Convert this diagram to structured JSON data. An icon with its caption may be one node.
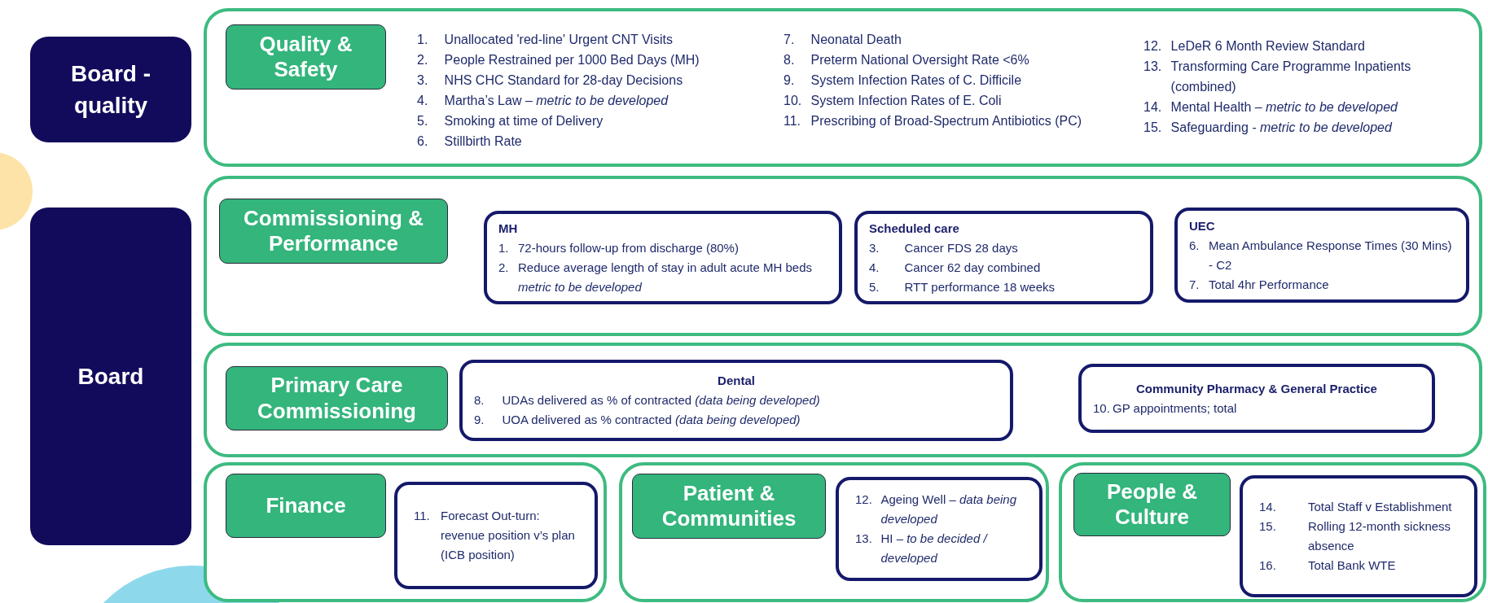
{
  "diagram": {
    "nodes": [
      {
        "text": [
          "Board - quality"
        ]
      },
      {
        "text": [
          "Board"
        ]
      },
      {
        "text": [
          "1. Unallocated 'red-line' Urgent CNT Visits",
          "2. People Restrained per 1000 Bed Days (MH)",
          "3. NHS CHC Standard for 28-day Decisions",
          "4. Martha’s Law – *metric to be developed*",
          "5. Smoking at time of Delivery",
          "6. Stillbirth Rate",
          "7. Neonatal Death",
          "8. Preterm National Oversight Rate <6%",
          "9. System Infection Rates of C. Difficile",
          "10. System Infection Rates of E. Coli",
          "11. Prescribing of Broad-Spectrum Antibiotics (PC)",
          "12. LeDeR 6 Month Review Standard",
          "13. Transforming Care Programme Inpatients (combined)",
          "14. Mental Health – *metric to be developed*",
          "15. Safeguarding *- metric to be developed*"
        ]
      },
      {
        "text": [
          "Quality & Safety"
        ],
        "in": 2
      },
      {
        "text": [],
        "shape": "box"
      },
      {
        "text": [
          "Commissioning & Performance"
        ],
        "in": 4
      },
      {
        "text": [
          "MH",
          "1. 72-hours follow-up from discharge (80%)",
          "2. Reduce average length of stay in adult acute MH beds *metric to be developed*"
        ],
        "in": 4
      },
      {
        "text": [
          "Scheduled care",
          "3. Cancer FDS 28 days",
          "4. Cancer 62 day combined",
          "5. RTT performance 18 weeks"
        ],
        "in": 4
      },
      {
        "text": [
          "UEC",
          "6. Mean Ambulance Response Times (30 Mins) - C2",
          "7. Total 4hr Performance"
        ],
        "in": 4
      },
      {
        "text": [],
        "shape": "box"
      },
      {
        "text": [
          "Primary Care Commissioning"
        ],
        "in": 9
      },
      {
        "text": [
          "Dental",
          "8. UDAs delivered as % of contracted *(data being developed)*",
          "9. UOA delivered as % contracted *(data being developed)*"
        ],
        "in": 9
      },
      {
        "text": [
          "Community Pharmacy & General Practice",
          "10. GP appointments; total"
        ],
        "in": 9
      },
      {
        "text": [],
        "shape": "box"
      },
      {
        "text": [
          "Finance"
        ],
        "in": 13
      },
      {
        "text": [
          "11. Forecast Out-turn: revenue position v’s plan (ICB position)"
        ],
        "in": 13
      },
      {
        "text": [],
        "shape": "box"
      },
      {
        "text": [
          "Patient & Communities"
        ],
        "in": 16
      },
      {
        "text": [
          "12. Ageing Well – *data being developed*",
          "13. HI – *to be decided / developed*"
        ],
        "in": 16
      },
      {
        "text": [],
        "shape": "box"
      },
      {
        "text": [
          "People & Culture"
        ],
        "in": 19
      },
      {
        "text": [
          "14. Total Staff v Establishment",
          "15. Rolling 12-month sickness absence",
          "16. Total Bank WTE"
        ],
        "in": 19
      }
    ]
  }
}
